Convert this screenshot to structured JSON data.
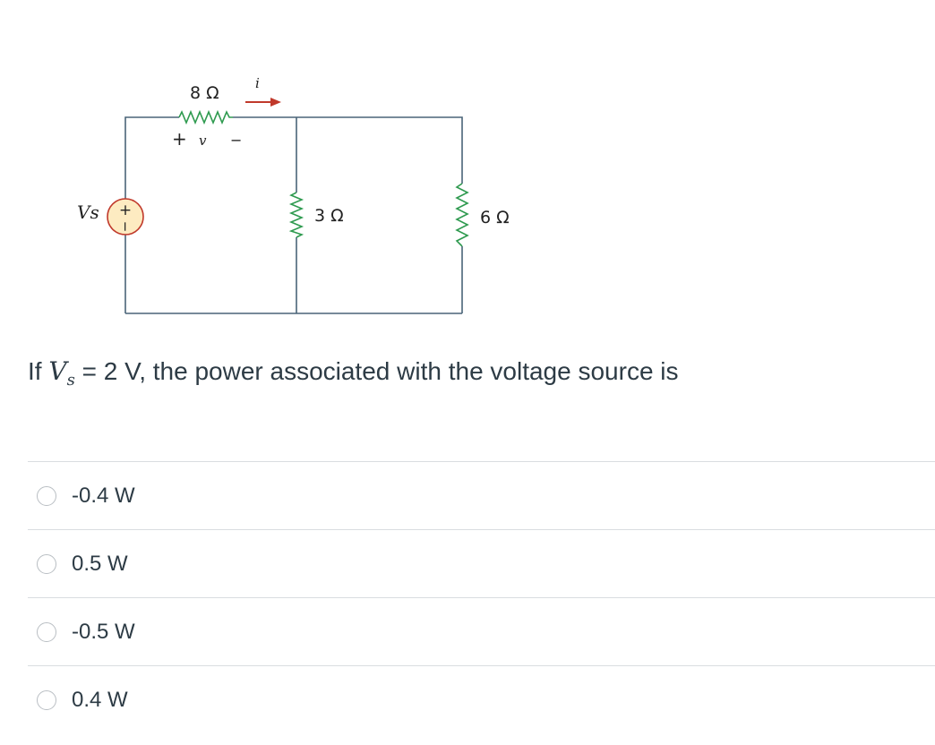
{
  "circuit": {
    "source_label": "Vs",
    "source_plus": "+",
    "source_minus": "−",
    "r1_label": "8 Ω",
    "r2_label": "3 Ω",
    "r3_label": "6 Ω",
    "v_plus": "+",
    "v_symbol": "v",
    "v_minus": "−",
    "current_symbol": "i",
    "wire_color": "#4a6478",
    "resistor_color": "#2e9a4f",
    "source_fill": "#fdebc1",
    "source_stroke": "#c0392b",
    "arrow_color": "#c0392b"
  },
  "question": {
    "prefix": "If ",
    "var": "V",
    "sub": "s",
    "suffix": " = 2 V, the power associated with the voltage source is"
  },
  "answers": [
    {
      "label": "-0.4 W"
    },
    {
      "label": "0.5 W"
    },
    {
      "label": "-0.5 W"
    },
    {
      "label": "0.4 W"
    }
  ]
}
